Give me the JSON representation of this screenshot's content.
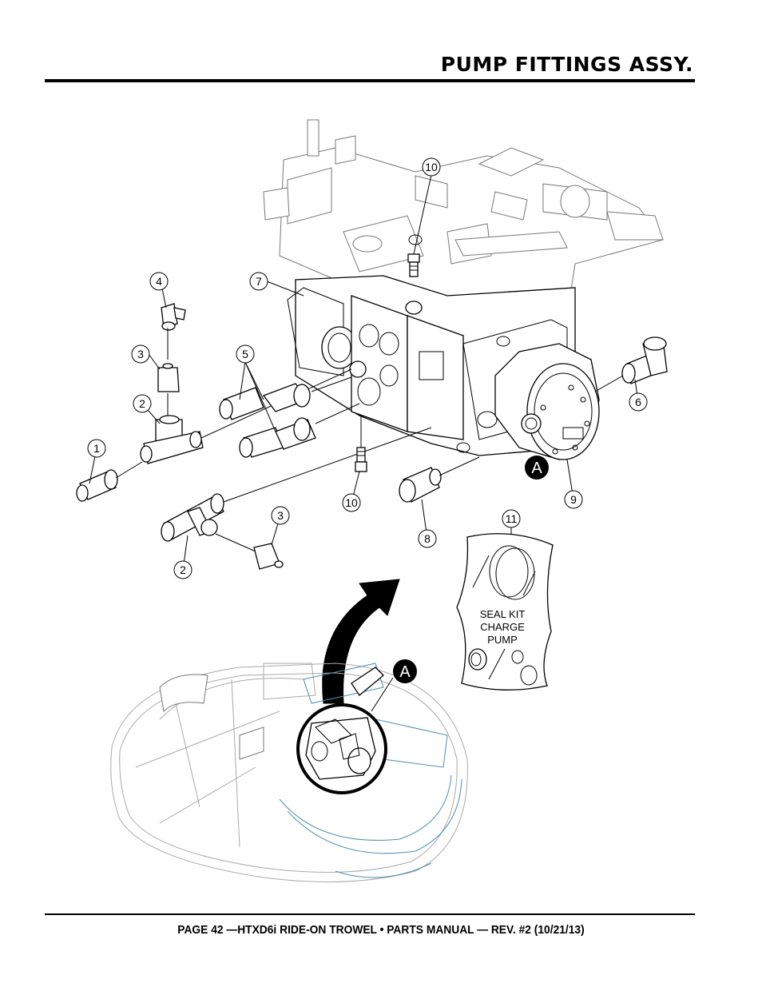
{
  "header": {
    "title": "PUMP FITTINGS ASSY."
  },
  "footer": {
    "text": "PAGE 42 —HTXD6i RIDE-ON TROWEL • PARTS MANUAL — REV. #2 (10/21/13)"
  },
  "callouts": [
    "1",
    "2",
    "3",
    "4",
    "5",
    "6",
    "7",
    "8",
    "9",
    "10",
    "11",
    "2",
    "3",
    "10"
  ],
  "detail_marker": "A",
  "seal_kit": {
    "line1": "SEAL KIT",
    "line2": "CHARGE",
    "line3": "PUMP"
  }
}
